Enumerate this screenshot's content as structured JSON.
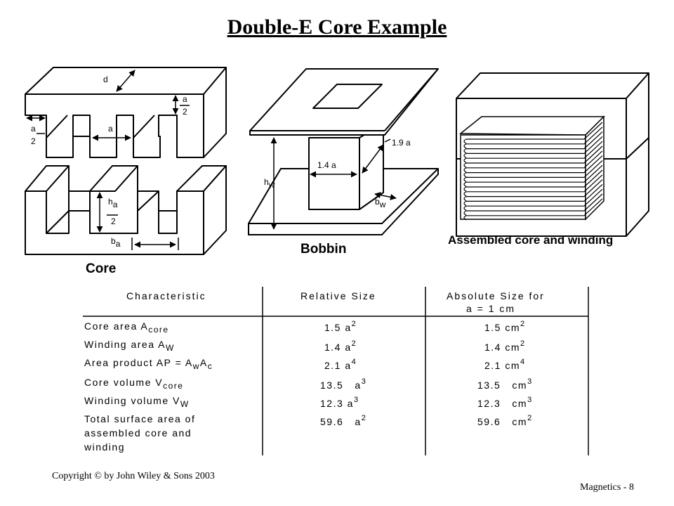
{
  "title": "Double-E Core Example",
  "captions": {
    "core": "Core",
    "bobbin": "Bobbin",
    "assembled": "Assembled core and winding"
  },
  "core_labels": {
    "d": "d",
    "a": "a",
    "two": "2",
    "h": "h",
    "h_sub": "a",
    "b": "b",
    "b_sub": "a"
  },
  "bobbin_labels": {
    "width": "1.4 a",
    "depth": "1.9 a",
    "h": "h",
    "h_sub": "w",
    "b": "b",
    "b_sub": "w"
  },
  "table": {
    "headers": [
      "Characteristic",
      "Relative Size",
      "Absolute Size for",
      "a = 1 cm"
    ],
    "rows": [
      {
        "name": "Core area A",
        "name_sub": "core",
        "rel": "1.5",
        "rel_unit": "a",
        "rel_exp": "2",
        "abs": "1.5",
        "abs_unit": "cm",
        "abs_exp": "2"
      },
      {
        "name": "Winding area A",
        "name_sub": "W",
        "rel": "1.4",
        "rel_unit": "a",
        "rel_exp": "2",
        "abs": "1.4",
        "abs_unit": "cm",
        "abs_exp": "2"
      },
      {
        "name": "Area product AP = A",
        "name_sub": "w",
        "name_mid": "A",
        "name_sub2": "c",
        "rel": "2.1",
        "rel_unit": "a",
        "rel_exp": "4",
        "abs": "2.1",
        "abs_unit": "cm",
        "abs_exp": "4"
      },
      {
        "name": "Core volume V",
        "name_sub": "core",
        "rel": "13.5",
        "rel_unit": "a",
        "rel_exp": "3",
        "abs": "13.5",
        "abs_unit": "cm",
        "abs_exp": "3"
      },
      {
        "name": "Winding volume V",
        "name_sub": "W",
        "rel": "12.3",
        "rel_unit": "a",
        "rel_exp": "3",
        "abs": "12.3",
        "abs_unit": "cm",
        "abs_exp": "3"
      },
      {
        "name": "Total surface area of",
        "name_line2": "assembled core and",
        "name_line3": "winding",
        "rel": "59.6",
        "rel_unit": "a",
        "rel_exp": "2",
        "abs": "59.6",
        "abs_unit": "cm",
        "abs_exp": "2"
      }
    ]
  },
  "footer": {
    "copyright": "Copyright © by John Wiley & Sons 2003",
    "page": "Magnetics - 8"
  }
}
